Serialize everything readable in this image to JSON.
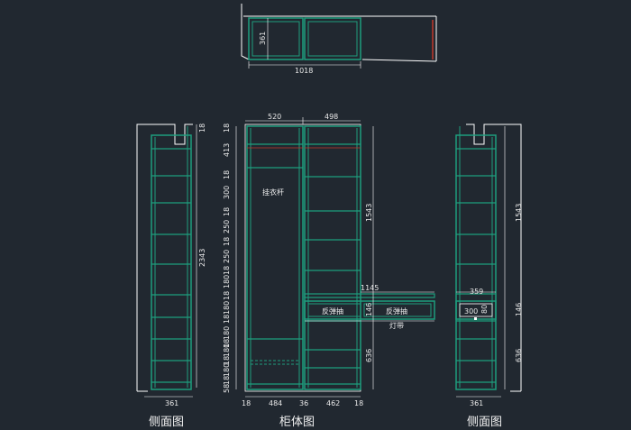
{
  "top_view": {
    "depth": "361",
    "width": "1018"
  },
  "side_left": {
    "top": "18",
    "height": "2343",
    "depth": "361"
  },
  "cabinet": {
    "top_widths": [
      "520",
      "498"
    ],
    "left_column": [
      "18",
      "413",
      "18",
      "300",
      "18",
      "250",
      "18",
      "250",
      "18",
      "180",
      "18",
      "180",
      "18",
      "180",
      "18",
      "180",
      "18",
      "180",
      "18",
      "58"
    ],
    "right_heights": {
      "upper": "1543",
      "drawer": "146",
      "lower": "636"
    },
    "bottom_widths": [
      "18",
      "484",
      "36",
      "462",
      "18"
    ],
    "shelf_width": "1145",
    "hanger_label": "挂衣杆",
    "drawer_labels": [
      "反弹抽",
      "反弹抽"
    ],
    "light_strip": "灯带"
  },
  "side_right": {
    "width_top": "359",
    "drawer_depth": "300",
    "drawer_h": "80",
    "upper": "1543",
    "drawer": "146",
    "lower": "636",
    "depth": "361"
  },
  "titles": {
    "left": "侧面图",
    "center": "柜体图",
    "right": "侧面图"
  }
}
